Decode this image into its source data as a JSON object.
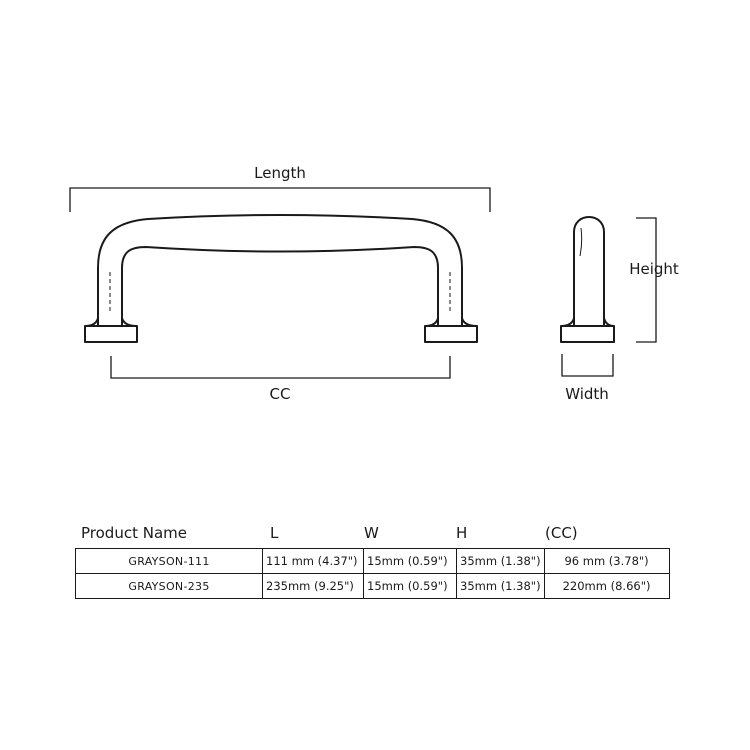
{
  "diagram": {
    "length_label": "Length",
    "cc_label": "CC",
    "height_label": "Height",
    "width_label": "Width"
  },
  "table": {
    "headers": {
      "product_name": "Product Name",
      "l": "L",
      "w": "W",
      "h": "H",
      "cc": "(CC)"
    },
    "rows": [
      {
        "name": "GRAYSON-111",
        "l": "111 mm (4.37\")",
        "w": "15mm (0.59\")",
        "h": "35mm (1.38\")",
        "cc": "96 mm (3.78\")"
      },
      {
        "name": "GRAYSON-235",
        "l": "235mm (9.25\")",
        "w": "15mm (0.59\")",
        "h": "35mm (1.38\")",
        "cc": "220mm (8.66\")"
      }
    ]
  },
  "colors": {
    "line": "#1a1a1a",
    "background": "#ffffff"
  }
}
